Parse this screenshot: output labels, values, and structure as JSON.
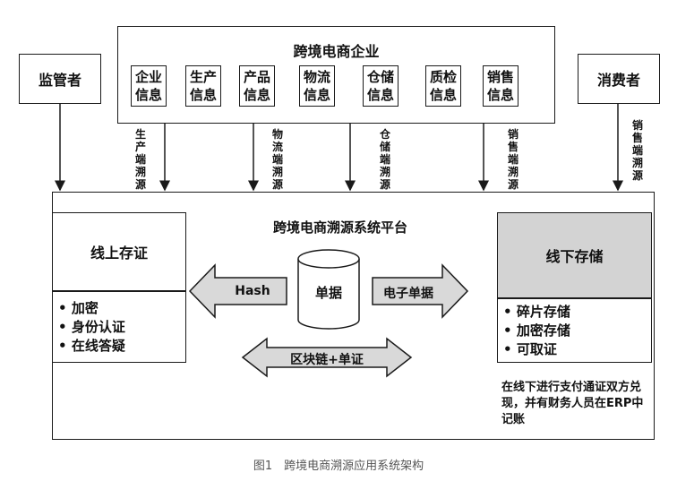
{
  "enterprise": {
    "title": "跨境电商企业",
    "info_boxes": [
      "企业\n信息",
      "生产\n信息",
      "产品\n信息",
      "物流\n信息",
      "仓储\n信息",
      "质检\n信息",
      "销售\n信息"
    ]
  },
  "regulator": "监管者",
  "consumer": "消费者",
  "source_labels": {
    "production": "生产端溯源",
    "logistics": "物流端溯源",
    "warehouse": "仓储端溯源",
    "sales": "销售端溯源",
    "consumer_sales": "销售端溯源"
  },
  "platform": {
    "title": "跨境电商溯源系统平台",
    "online_title": "线上存证",
    "online_items": [
      "加密",
      "身份认证",
      "在线答疑"
    ],
    "offline_title": "线下存储",
    "offline_items": [
      "碎片存储",
      "加密存储",
      "可取证"
    ],
    "offline_note": "在线下进行支付通证双方兑现，并有财务人员在ERP中记账",
    "document": "单据",
    "hash_label": "Hash",
    "edoc_label": "电子单据",
    "chain_label": "区块链+单证"
  },
  "caption": "图1　跨境电商溯源应用系统架构",
  "colors": {
    "offline_fill": "#d3d3d3",
    "arrow_fill": "#d9d9d9",
    "line": "#1a1a1a"
  }
}
